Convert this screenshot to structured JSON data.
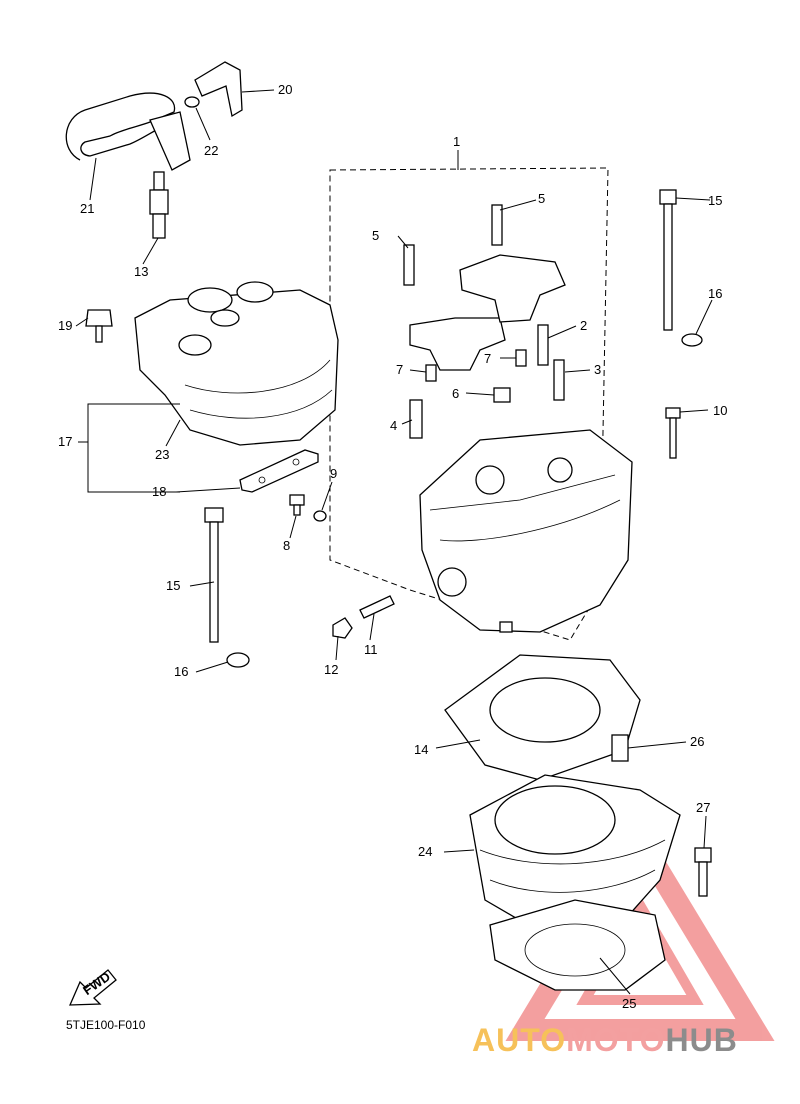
{
  "diagram": {
    "drawing_code": "5TJE100-F010",
    "fwd_label": "FWD",
    "parts": [
      "1",
      "2",
      "3",
      "4",
      "5",
      "5",
      "6",
      "7",
      "7",
      "8",
      "9",
      "10",
      "11",
      "12",
      "13",
      "14",
      "15",
      "15",
      "16",
      "16",
      "17",
      "18",
      "19",
      "20",
      "21",
      "22",
      "23",
      "24",
      "25",
      "26",
      "27"
    ]
  },
  "watermark": {
    "part1": "AUTO",
    "part2": "MOTO",
    "part3": "HUB",
    "colors": {
      "auto": "#f6c15a",
      "moto": "#f3a0a0",
      "hub": "#8c8c8c",
      "triangle": "#f08080"
    }
  }
}
